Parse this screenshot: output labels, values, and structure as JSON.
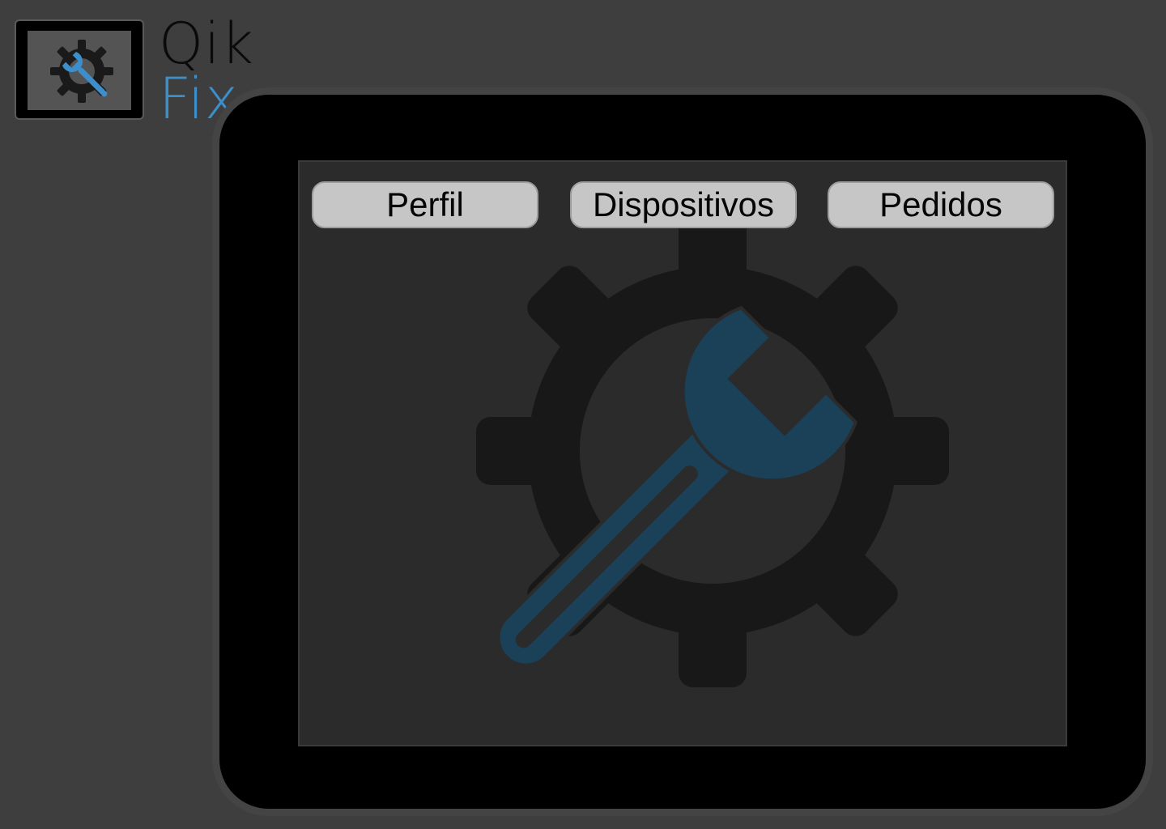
{
  "logo": {
    "line1": "Qik",
    "line2": "Fix",
    "icon": "gear-wrench-icon",
    "text_color_line1": "#0a0a0a",
    "text_color_line2": "#3c8fcb"
  },
  "nav": {
    "items": [
      {
        "label": "Perfil"
      },
      {
        "label": "Dispositivos"
      },
      {
        "label": "Pedidos"
      }
    ]
  },
  "background_graphic": {
    "icon": "gear-wrench-icon",
    "gear_color": "#181818",
    "wrench_color": "#1b4159"
  },
  "colors": {
    "page_background": "#3e3e3e",
    "bezel": "#000000",
    "screen": "#2b2b2b",
    "button_background": "#c6c6c6",
    "accent": "#3c8fcb"
  }
}
